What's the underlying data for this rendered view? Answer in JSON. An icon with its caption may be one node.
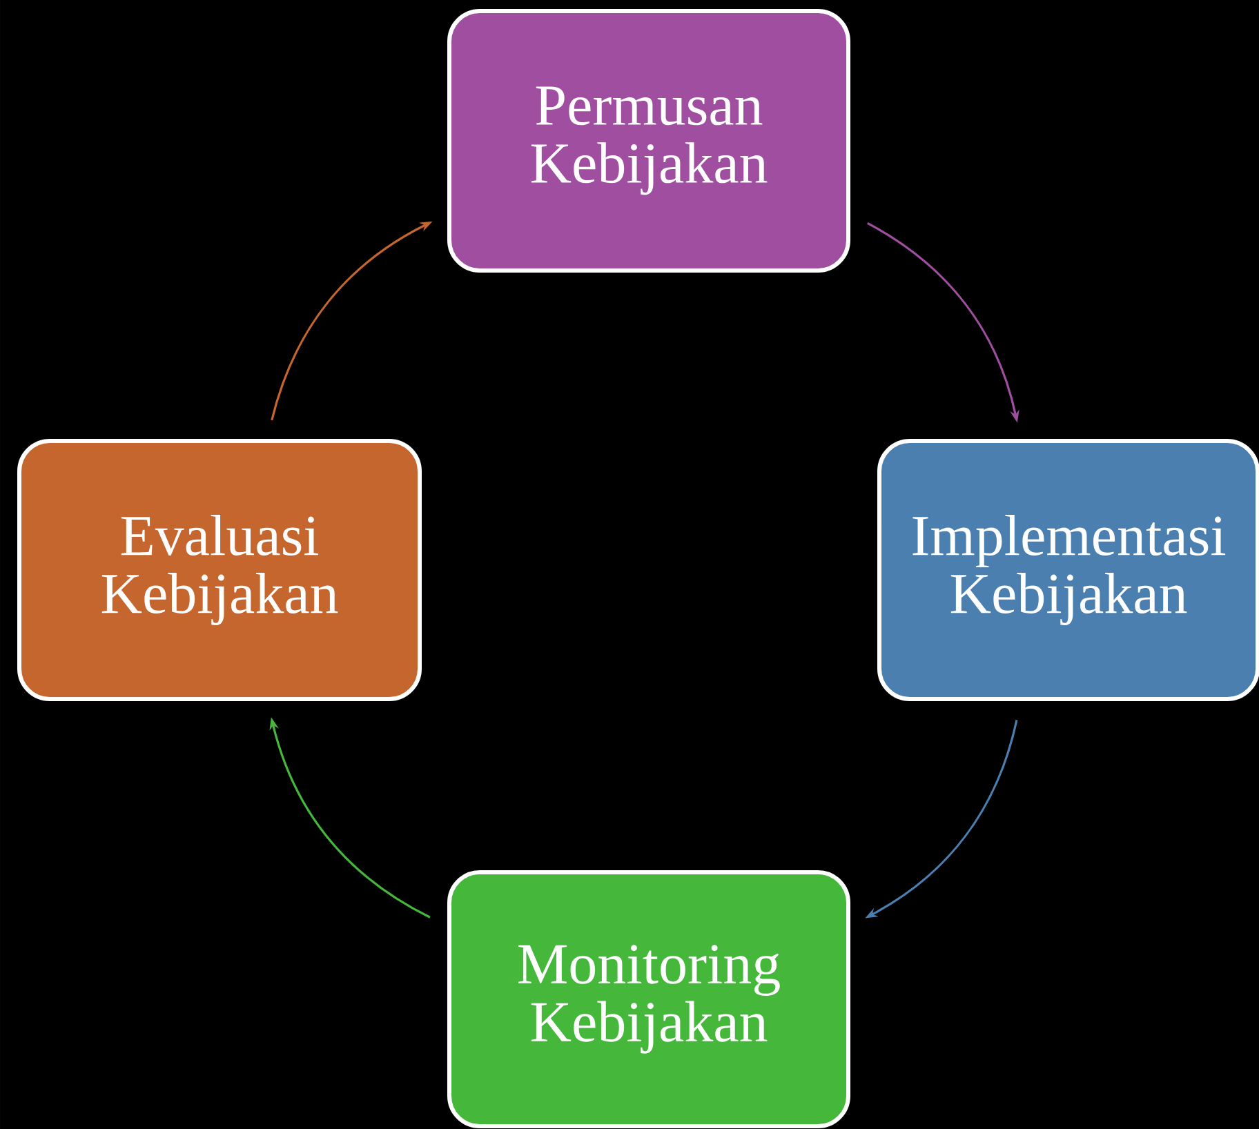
{
  "diagram": {
    "nodes": [
      {
        "text": [
          "Permusan Kebijakan"
        ]
      },
      {
        "text": [
          "Implementasi Kebijakan"
        ]
      },
      {
        "text": [
          "Monitoring Kebijakan"
        ]
      },
      {
        "text": [
          "Evaluasi Kebijakan"
        ]
      }
    ],
    "edges": [
      {
        "from": 0,
        "to": 1,
        "arrow": "to",
        "color": "#a04fa0"
      },
      {
        "from": 1,
        "to": 2,
        "arrow": "to",
        "color": "#4a7fb0"
      },
      {
        "from": 2,
        "to": 3,
        "arrow": "to",
        "color": "#45b83c"
      },
      {
        "from": 3,
        "to": 0,
        "arrow": "to",
        "color": "#c4662e"
      }
    ]
  }
}
